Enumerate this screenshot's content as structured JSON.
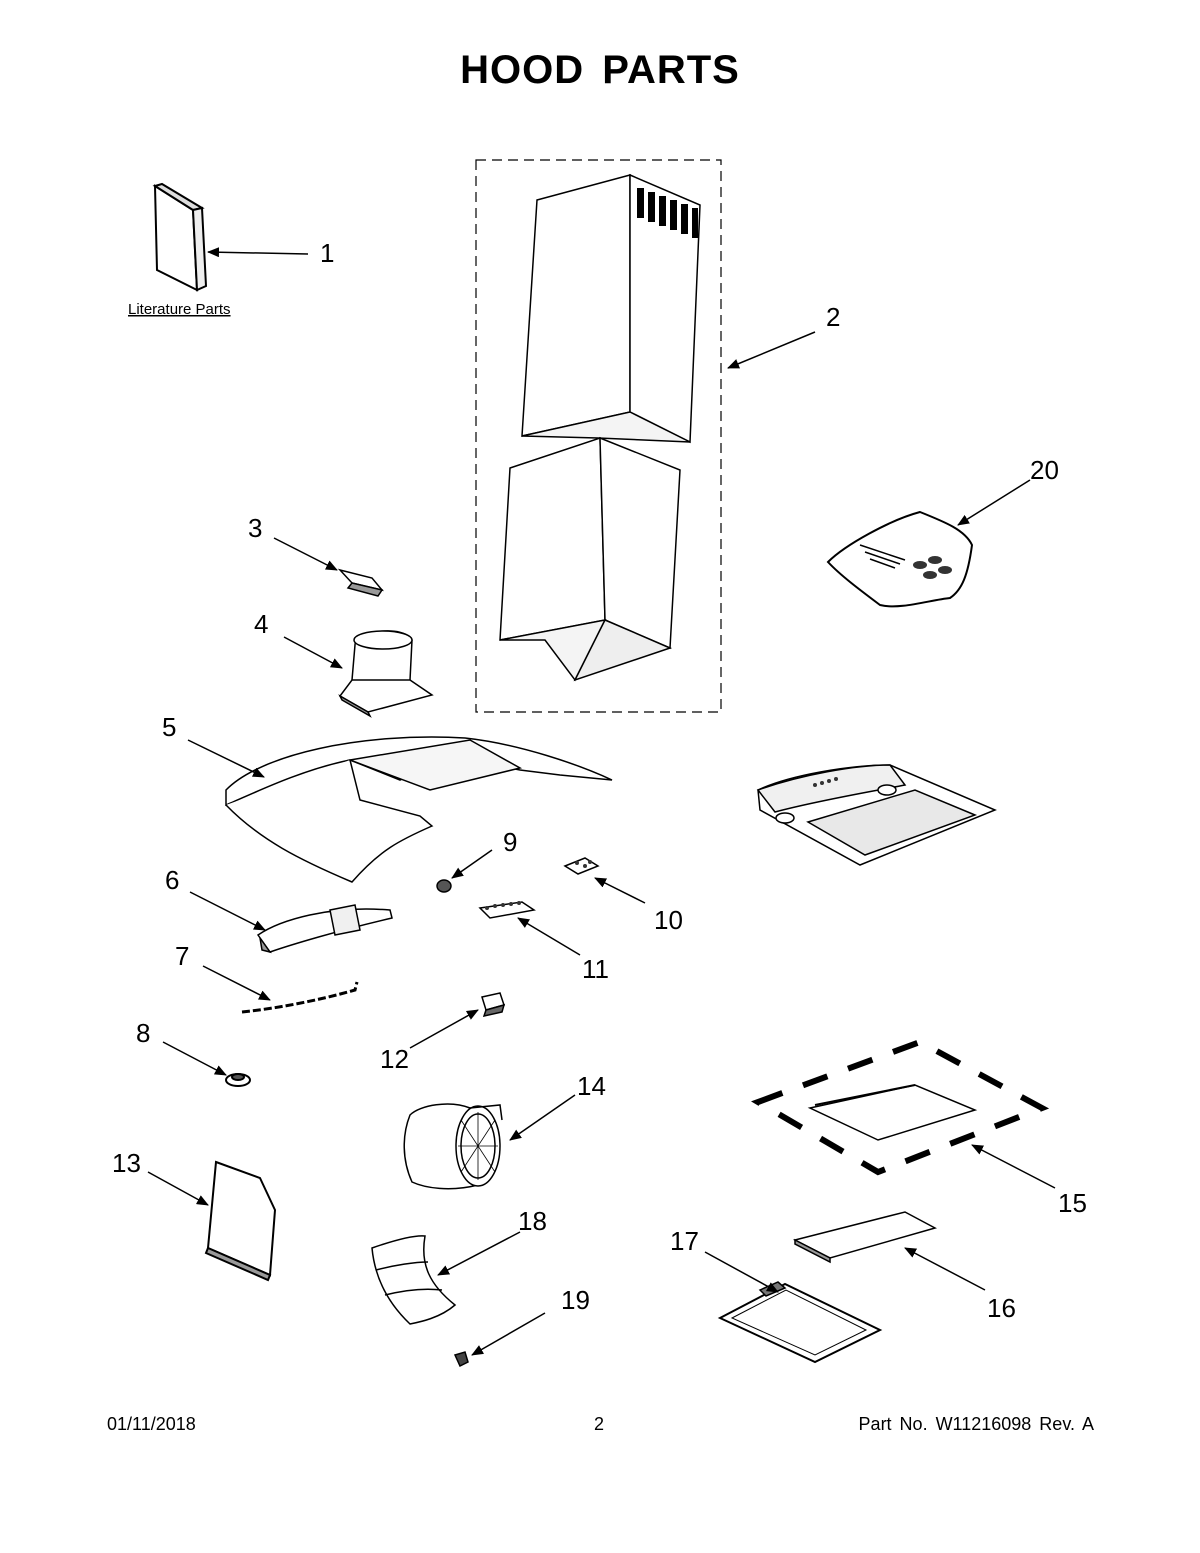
{
  "title": "HOOD PARTS",
  "literature_label": "Literature Parts",
  "callouts": {
    "c1": "1",
    "c2": "2",
    "c3": "3",
    "c4": "4",
    "c5": "5",
    "c6": "6",
    "c7": "7",
    "c8": "8",
    "c9": "9",
    "c10": "10",
    "c11": "11",
    "c12": "12",
    "c13": "13",
    "c14": "14",
    "c15": "15",
    "c16": "16",
    "c17": "17",
    "c18": "18",
    "c19": "19",
    "c20": "20"
  },
  "footer": {
    "date": "01/11/2018",
    "page": "2",
    "part_number": "Part No.  W11216098  Rev.  A"
  }
}
